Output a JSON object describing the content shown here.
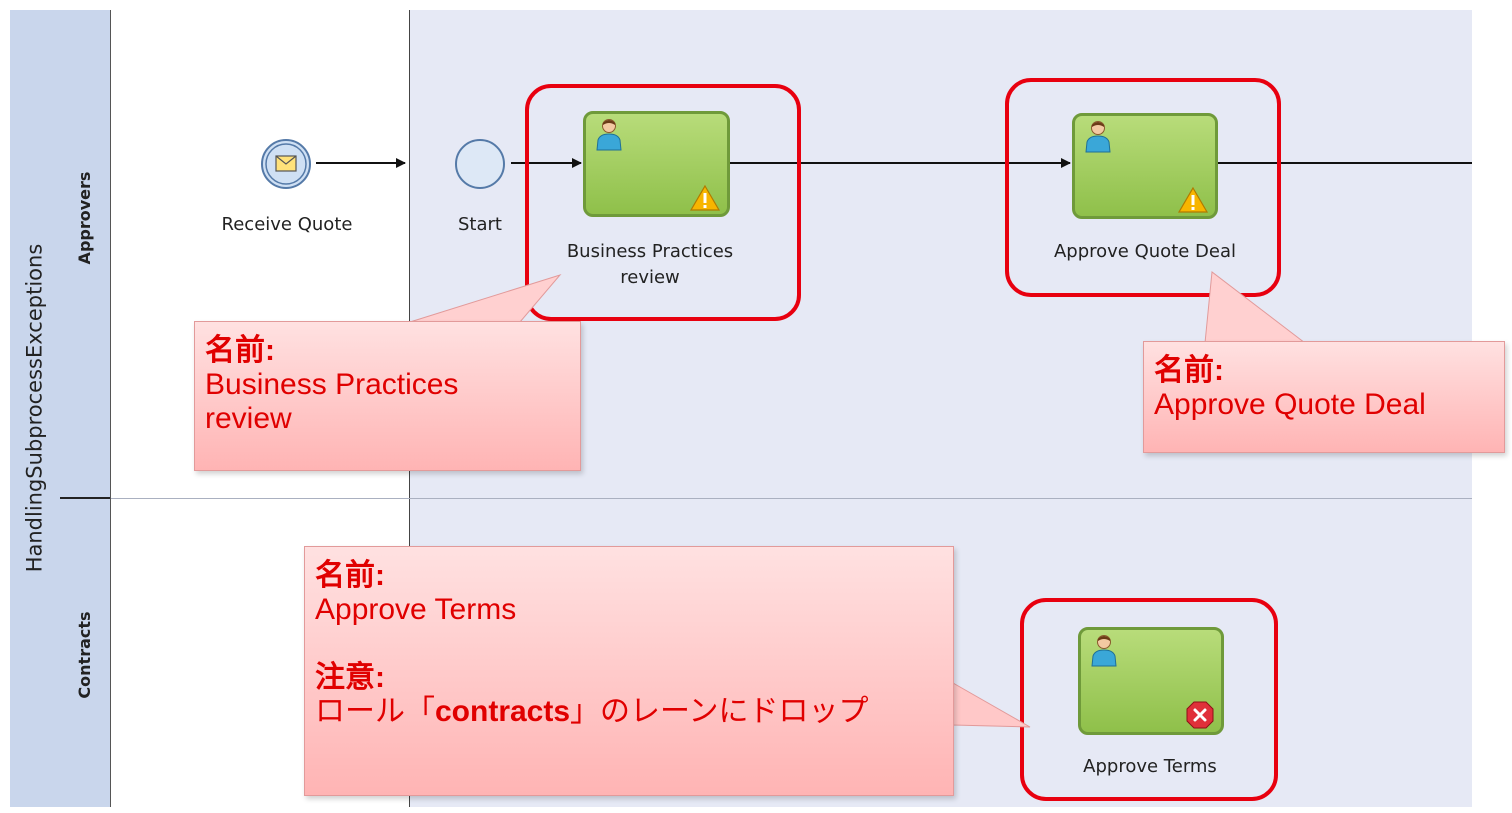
{
  "pool": {
    "title": "HandlingSubprocessExceptions"
  },
  "lanes": [
    {
      "title": "Approvers"
    },
    {
      "title": "Contracts"
    }
  ],
  "events": {
    "receive_label": "Receive Quote",
    "start_label": "Start"
  },
  "tasks": {
    "business_practices": {
      "line1": "Business Practices",
      "line2": "review",
      "status_icon": "warning-icon"
    },
    "approve_quote_deal": {
      "label": "Approve Quote Deal",
      "status_icon": "warning-icon"
    },
    "approve_terms": {
      "label": "Approve Terms",
      "status_icon": "error-icon"
    }
  },
  "callouts": {
    "business_practices": {
      "heading": "名前:",
      "line1": "Business Practices",
      "line2": "review"
    },
    "approve_quote_deal": {
      "heading": "名前:",
      "line1": "Approve Quote Deal"
    },
    "approve_terms": {
      "heading": "名前:",
      "line1": "Approve Terms",
      "note_heading": "注意:",
      "note_prefix": "ロール「",
      "note_bold": "contracts",
      "note_suffix": "」のレーンにドロップ"
    }
  },
  "colors": {
    "highlight": "#e8000f",
    "callout_text": "#e00000",
    "task_fill": "#a4cf5f",
    "lane_background": "#e6e9f5"
  }
}
